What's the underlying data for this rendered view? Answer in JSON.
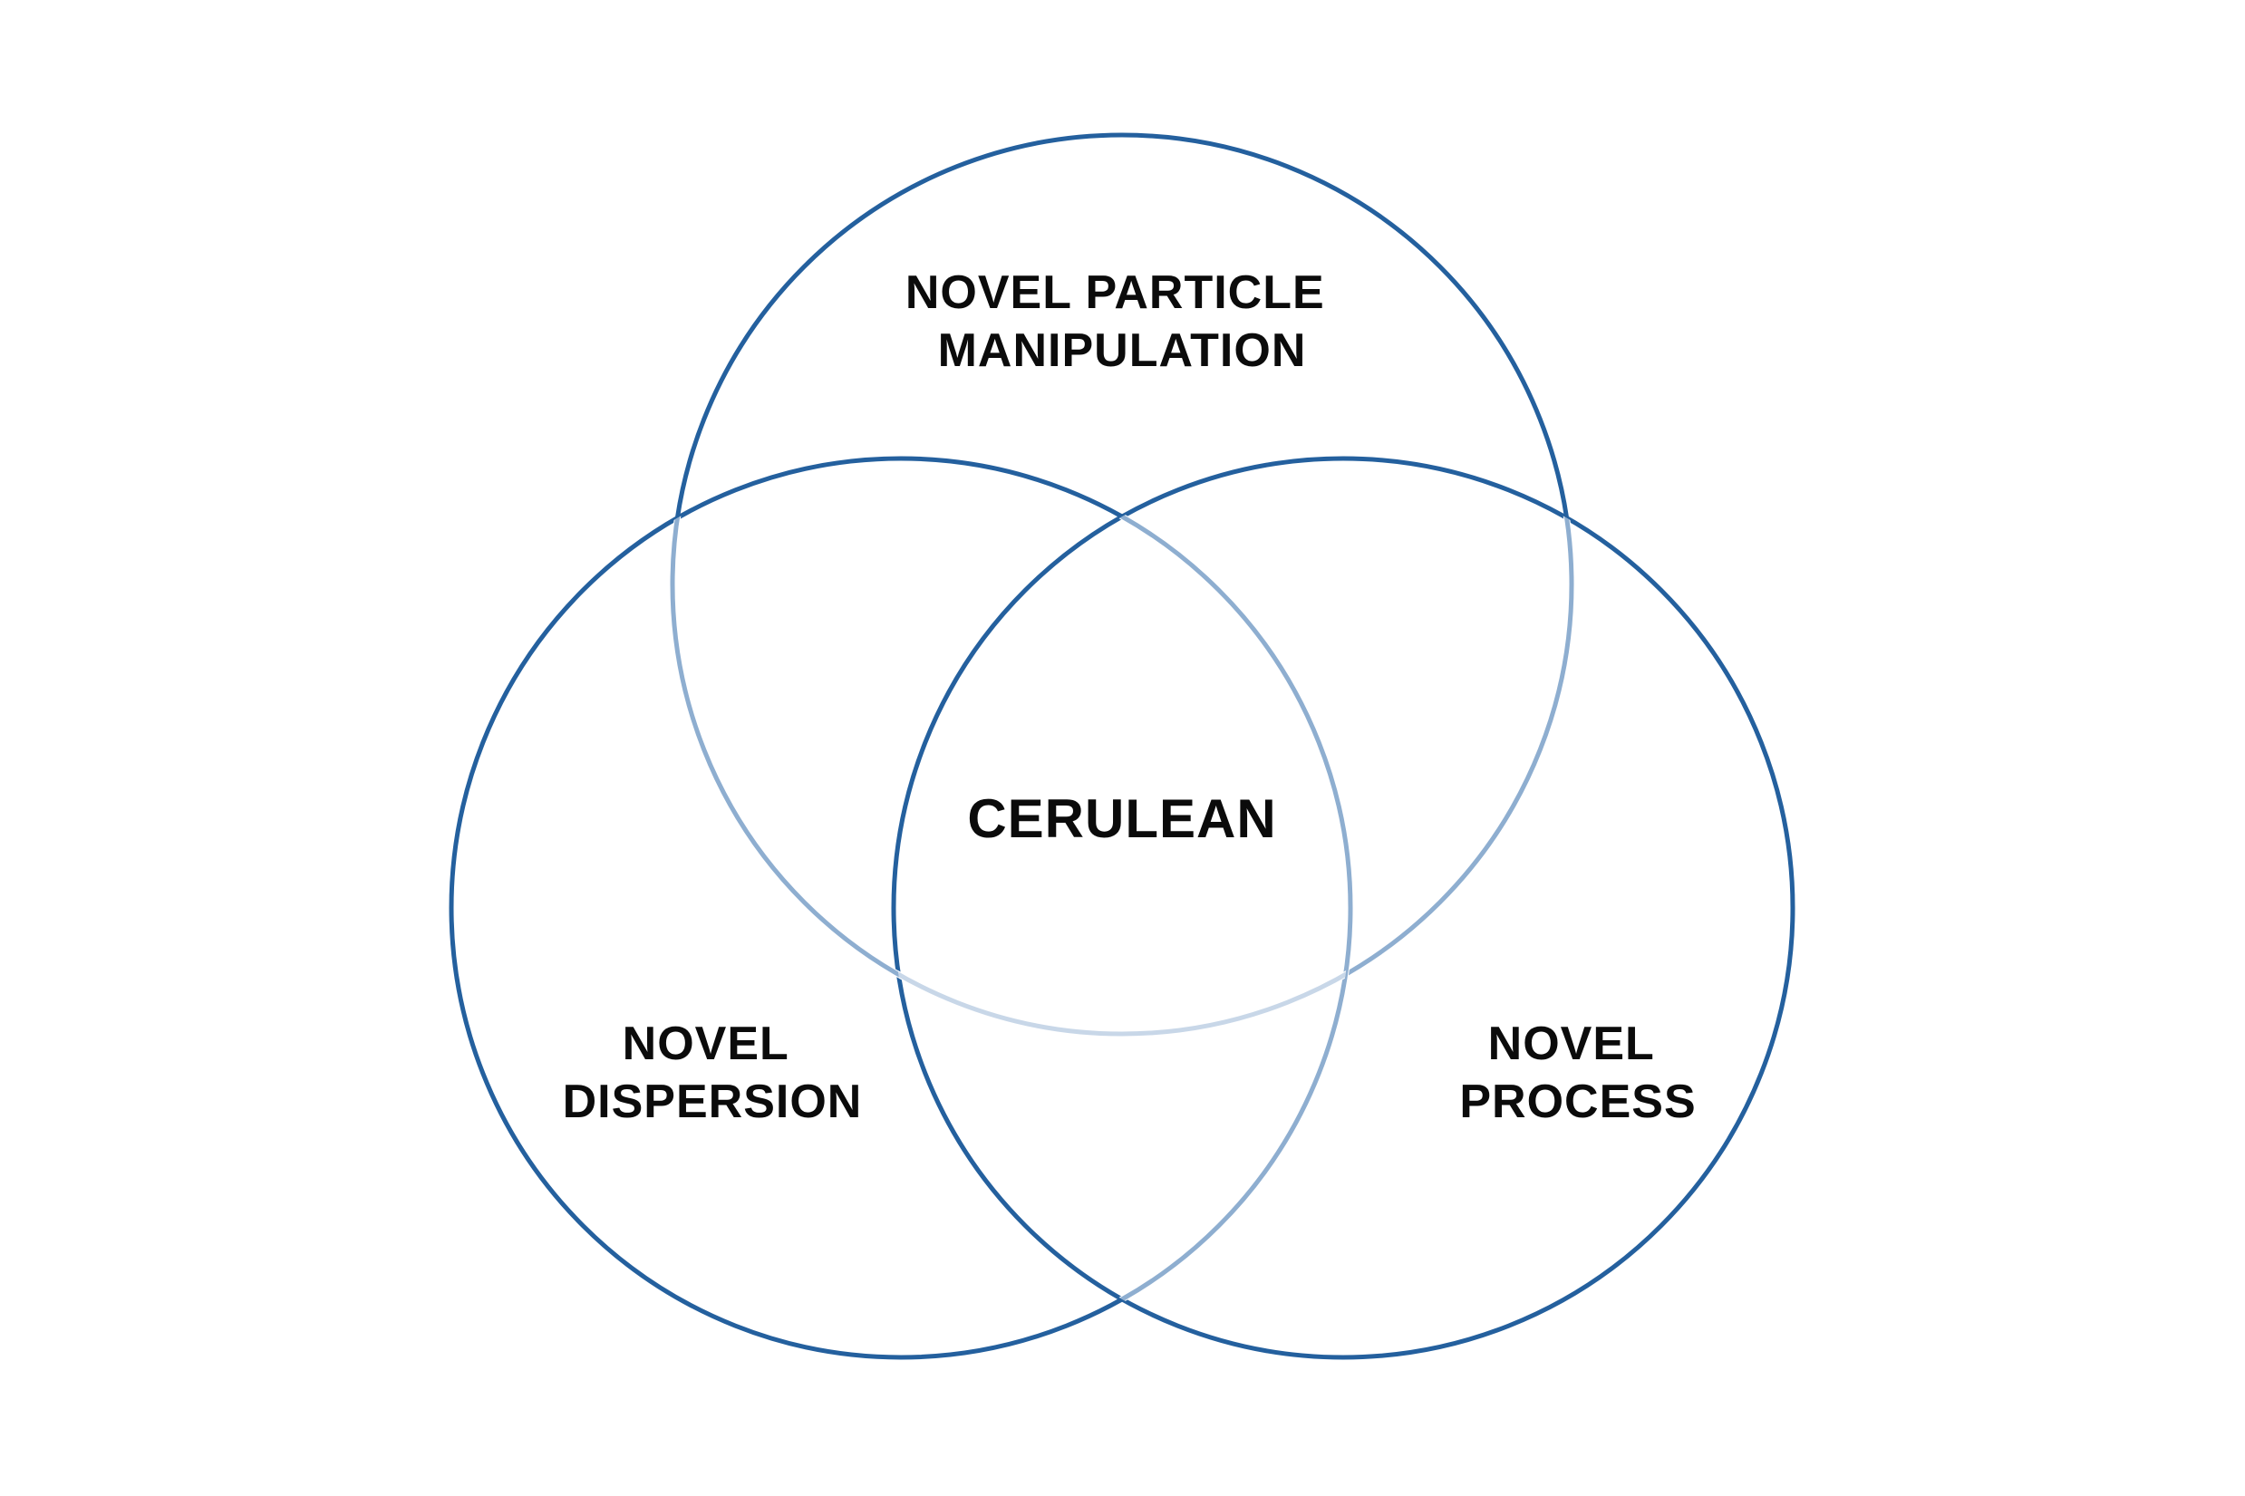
{
  "diagram": {
    "type": "venn",
    "colors": {
      "outline": "#24609e",
      "outline_overlap": "#8eaed0",
      "outline_faint": "#c8d7e8",
      "text": "#0b0b0b",
      "background": "#ffffff"
    },
    "sets": {
      "top": {
        "line1": "NOVEL PARTICLE",
        "line2": "MANIPULATION"
      },
      "left": {
        "line1": "NOVEL",
        "line2": "DISPERSION"
      },
      "right": {
        "line1": "NOVEL",
        "line2": "PROCESS"
      }
    },
    "intersection": {
      "label": "CERULEAN"
    }
  }
}
